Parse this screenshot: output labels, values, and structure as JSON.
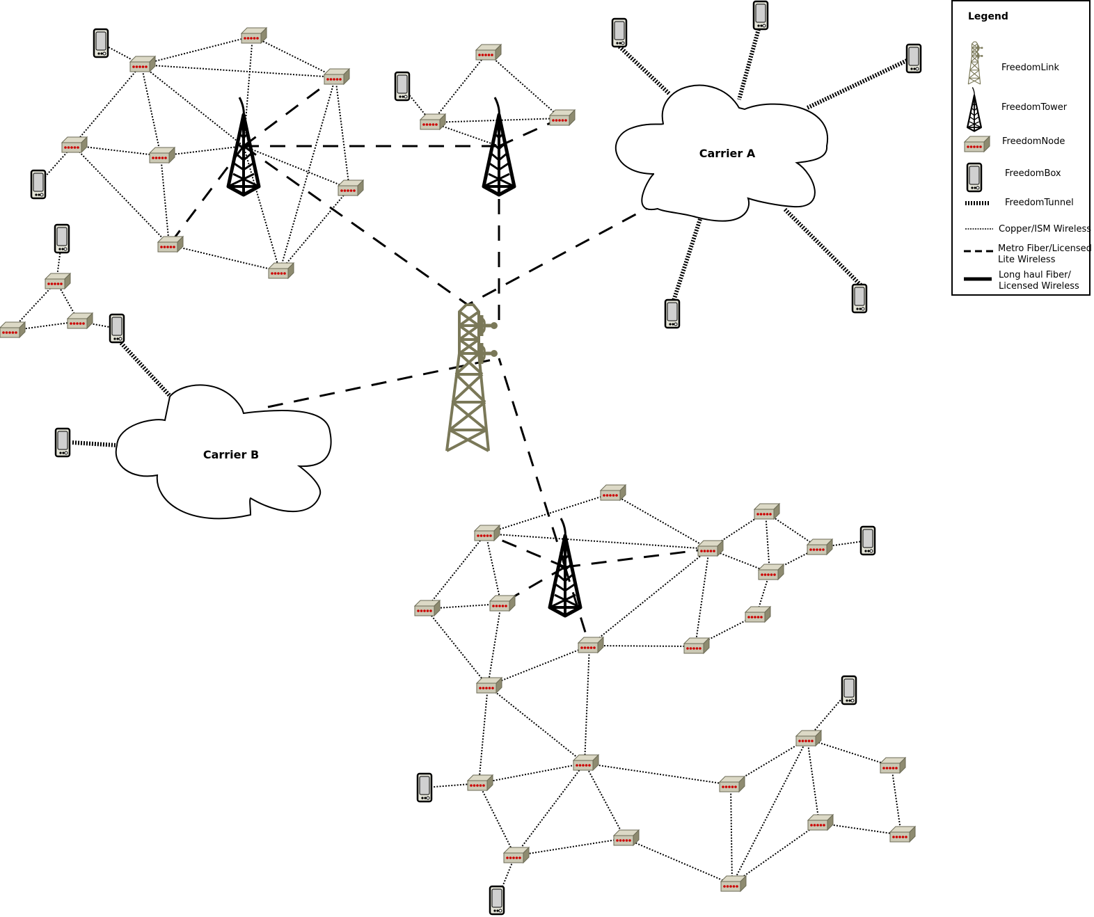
{
  "diagram": {
    "title": "FreedomLink network topology",
    "clouds": [
      {
        "id": "carrierA",
        "label": "Carrier A"
      },
      {
        "id": "carrierB",
        "label": "Carrier B"
      }
    ],
    "node_types": {
      "freedom_link": "FreedomLink",
      "freedom_tower": "FreedomTower",
      "freedom_node": "FreedomNode",
      "freedom_box": "FreedomBox"
    },
    "colors": {
      "link_tower": "#7a7858",
      "node_body": "#cbc8b4",
      "node_side": "#8e8b70",
      "node_led": "#cc0000",
      "box_screen": "#d0d0d0",
      "line": "#000000"
    },
    "link_types": {
      "copper": "Copper/ISM Wireless",
      "metro": "Metro Fiber/Licensed Lite Wireless",
      "longhaul": "Long haul Fiber/Licensed Wireless",
      "tunnel": "FreedomTunnel"
    },
    "counts": {
      "freedom_links": 1,
      "freedom_towers": 4,
      "carriers": 2
    }
  },
  "legend": {
    "title": "Legend",
    "items": [
      {
        "icon": "freedom-link-icon",
        "label": "FreedomLink"
      },
      {
        "icon": "freedom-tower-icon",
        "label": "FreedomTower"
      },
      {
        "icon": "freedom-node-icon",
        "label": "FreedomNode"
      },
      {
        "icon": "freedom-box-icon",
        "label": "FreedomBox"
      },
      {
        "icon": "freedom-tunnel-line",
        "label": "FreedomTunnel"
      },
      {
        "icon": "copper-line",
        "label": "Copper/ISM Wireless"
      },
      {
        "icon": "metro-line",
        "label_line1": "Metro Fiber/Licensed",
        "label_line2": "Lite Wireless"
      },
      {
        "icon": "longhaul-line",
        "label_line1": "Long haul Fiber/",
        "label_line2": "Licensed Wireless"
      }
    ]
  }
}
